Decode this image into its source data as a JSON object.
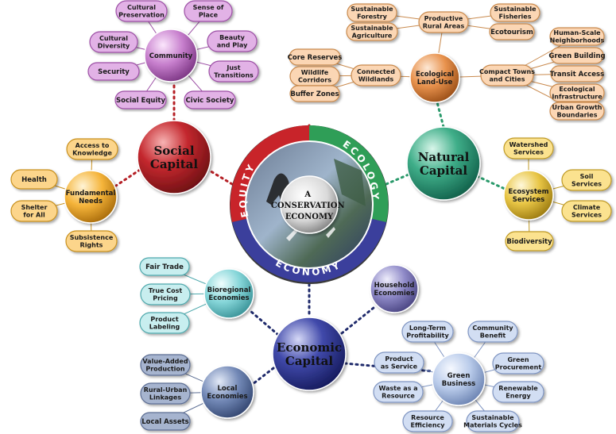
{
  "center": {
    "label_lines": [
      "A",
      "CONSERVATION",
      "ECONOMY"
    ],
    "ring": {
      "equity": "EQUITY",
      "ecology": "ECOLOGY",
      "economy": "ECONOMY"
    },
    "colors": {
      "equity": "#c8242a",
      "ecology": "#2f9e57",
      "economy": "#3b3f9c",
      "ring_bg": "#3a3a3a"
    }
  },
  "colors": {
    "social": "#c4282e",
    "natural": "#2f9e7c",
    "economic": "#3e46a8",
    "community": "#c06bc6",
    "pill_purple": "#e2b2e6",
    "pill_purple_border": "#9c4fa5",
    "fund_needs": "#f3b233",
    "pill_orange": "#fcd58b",
    "pill_orange_border": "#c8901e",
    "eco_landuse": "#e89450",
    "pill_salmon": "#fbd6b4",
    "pill_salmon_border": "#c98a4e",
    "eco_services": "#e7c43f",
    "pill_yellow": "#fbe28f",
    "pill_yellow_border": "#bf9a25",
    "bioregional": "#7dd3d6",
    "pill_cyan": "#c8eeef",
    "pill_cyan_border": "#4fa9ad",
    "household": "#8a85c4",
    "green_business": "#b6c8ea",
    "pill_blue": "#d2def3",
    "pill_blue_border": "#7f95c2",
    "local_econ": "#6f86b4",
    "pill_slate": "#a6b4cf",
    "pill_slate_border": "#5b6d93",
    "dot_red": "#b51f25",
    "dot_green": "#2a9a6b",
    "dot_navy": "#1f2a6b"
  },
  "hubs": {
    "social": {
      "lines": [
        "Social",
        "Capital"
      ]
    },
    "natural": {
      "lines": [
        "Natural",
        "Capital"
      ]
    },
    "economic": {
      "lines": [
        "Economic",
        "Capital"
      ]
    }
  },
  "secondary": {
    "community": {
      "lines": [
        "Community"
      ]
    },
    "fundamental_needs": {
      "lines": [
        "Fundamental",
        "Needs"
      ]
    },
    "ecological_land_use": {
      "lines": [
        "Ecological",
        "Land-Use"
      ]
    },
    "ecosystem_services": {
      "lines": [
        "Ecosystem",
        "Services"
      ]
    },
    "bioregional": {
      "lines": [
        "Bioregional",
        "Economies"
      ]
    },
    "household": {
      "lines": [
        "Household",
        "Economies"
      ]
    },
    "green_business": {
      "lines": [
        "Green",
        "Business"
      ]
    },
    "local_economies": {
      "lines": [
        "Local",
        "Economies"
      ]
    }
  },
  "pills": {
    "cultural_preservation": [
      "Cultural",
      "Preservation"
    ],
    "sense_of_place": [
      "Sense of",
      "Place"
    ],
    "cultural_diversity": [
      "Cultural",
      "Diversity"
    ],
    "beauty_and_play": [
      "Beauty",
      "and Play"
    ],
    "security": [
      "Security"
    ],
    "just_transitions": [
      "Just",
      "Transitions"
    ],
    "social_equity": [
      "Social Equity"
    ],
    "civic_society": [
      "Civic Society"
    ],
    "access_to_knowledge": [
      "Access to",
      "Knowledge"
    ],
    "health": [
      "Health"
    ],
    "shelter_for_all": [
      "Shelter",
      "for All"
    ],
    "subsistence_rights": [
      "Subsistence",
      "Rights"
    ],
    "productive_rural_areas": [
      "Productive",
      "Rural Areas"
    ],
    "sustainable_forestry": [
      "Sustainable",
      "Forestry"
    ],
    "sustainable_agriculture": [
      "Sustainable",
      "Agriculture"
    ],
    "sustainable_fisheries": [
      "Sustainable",
      "Fisheries"
    ],
    "ecotourism": [
      "Ecotourism"
    ],
    "connected_wildlands": [
      "Connected",
      "Wildlands"
    ],
    "core_reserves": [
      "Core Reserves"
    ],
    "wildlife_corridors": [
      "Wildlife",
      "Corridors"
    ],
    "buffer_zones": [
      "Buffer Zones"
    ],
    "compact_towns": [
      "Compact Towns",
      "and Cities"
    ],
    "human_scale": [
      "Human-Scale",
      "Neighborhoods"
    ],
    "green_building": [
      "Green Building"
    ],
    "transit_access": [
      "Transit Access"
    ],
    "ecological_infrastructure": [
      "Ecological",
      "Infrastructure"
    ],
    "urban_growth": [
      "Urban Growth",
      "Boundaries"
    ],
    "watershed_services": [
      "Watershed",
      "Services"
    ],
    "soil_services": [
      "Soil",
      "Services"
    ],
    "climate_services": [
      "Climate",
      "Services"
    ],
    "biodiversity": [
      "Biodiversity"
    ],
    "fair_trade": [
      "Fair Trade"
    ],
    "true_cost_pricing": [
      "True Cost",
      "Pricing"
    ],
    "product_labeling": [
      "Product",
      "Labeling"
    ],
    "long_term_profitability": [
      "Long-Term",
      "Profitability"
    ],
    "community_benefit": [
      "Community",
      "Benefit"
    ],
    "product_as_service": [
      "Product",
      "as Service"
    ],
    "green_procurement": [
      "Green",
      "Procurement"
    ],
    "waste_as_resource": [
      "Waste as a",
      "Resource"
    ],
    "renewable_energy": [
      "Renewable",
      "Energy"
    ],
    "resource_efficiency": [
      "Resource",
      "Efficiency"
    ],
    "sustainable_materials_cycles": [
      "Sustainable",
      "Materials Cycles"
    ],
    "value_added_production": [
      "Value-Added",
      "Production"
    ],
    "rural_urban_linkages": [
      "Rural-Urban",
      "Linkages"
    ],
    "local_assets": [
      "Local Assets"
    ]
  }
}
